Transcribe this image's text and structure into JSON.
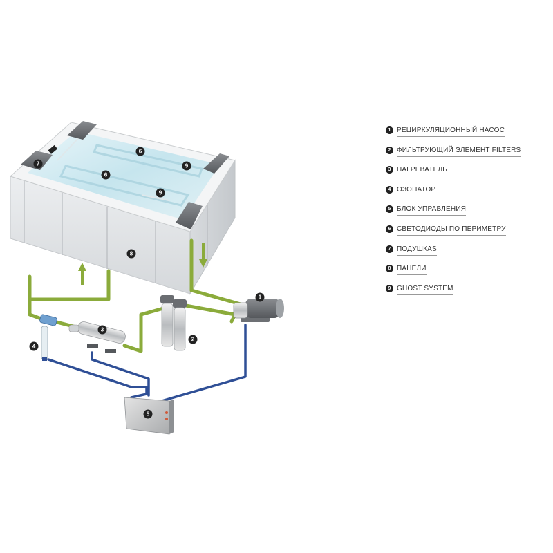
{
  "diagram": {
    "tub_markers": [
      {
        "id": "led-a",
        "num": "6"
      },
      {
        "id": "led-b",
        "num": "6"
      },
      {
        "id": "ghost-a",
        "num": "9"
      },
      {
        "id": "ghost-b",
        "num": "9"
      },
      {
        "id": "pillow",
        "num": "7"
      },
      {
        "id": "panel",
        "num": "8"
      }
    ],
    "component_markers": [
      {
        "id": "pump",
        "num": "1"
      },
      {
        "id": "filters",
        "num": "2"
      },
      {
        "id": "heater",
        "num": "3"
      },
      {
        "id": "ozonator",
        "num": "4"
      },
      {
        "id": "control",
        "num": "5"
      }
    ],
    "colors": {
      "water_pipe": "#8bab3b",
      "electric_cable": "#2f4f96",
      "marker": "#222222",
      "tub_shell": "#e4e6e8",
      "water": "#cfe9f0"
    }
  },
  "legend": {
    "items": [
      {
        "num": "1",
        "label": "РЕЦИРКУЛЯЦИОННЫЙ НАСОС"
      },
      {
        "num": "2",
        "label": "ФИЛЬТРУЮЩИЙ ЭЛЕМЕНТ FILTERS"
      },
      {
        "num": "3",
        "label": "НАГРЕВАТЕЛЬ"
      },
      {
        "num": "4",
        "label": "ОЗОНАТОР"
      },
      {
        "num": "5",
        "label": "БЛОК УПРАВЛЕНИЯ"
      },
      {
        "num": "6",
        "label": "СВЕТОДИОДЫ ПО ПЕРИМЕТРУ"
      },
      {
        "num": "7",
        "label": "ПОДУШКАS"
      },
      {
        "num": "8",
        "label": "ПАНЕЛИ"
      },
      {
        "num": "9",
        "label": "GHOST SYSTEM"
      }
    ]
  }
}
